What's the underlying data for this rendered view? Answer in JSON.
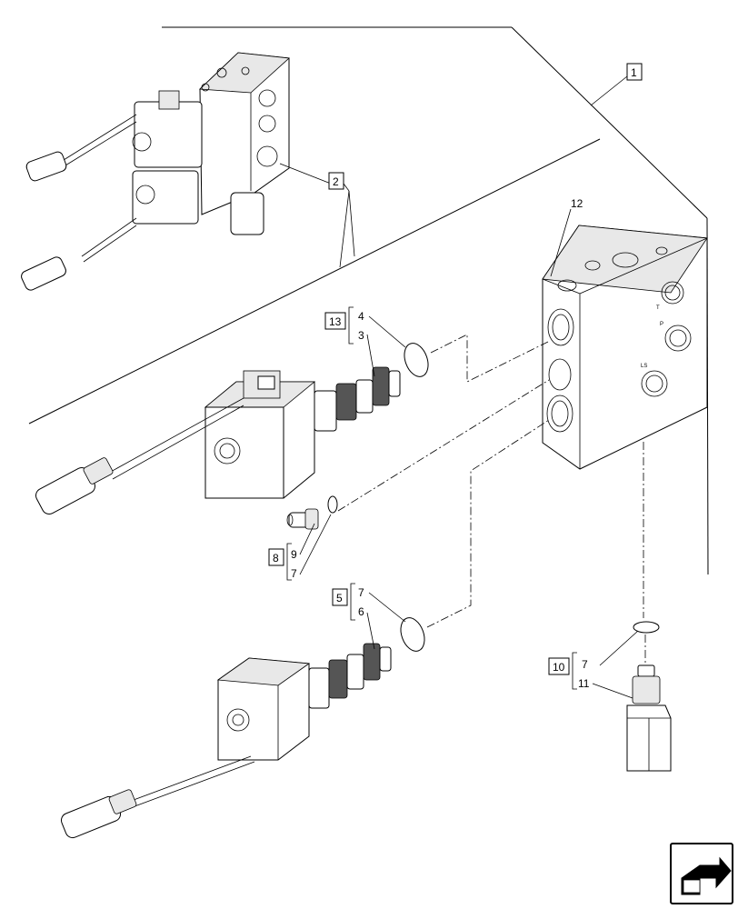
{
  "callouts": {
    "c1": "1",
    "c2": "2",
    "c3": "3",
    "c4": "4",
    "c5": "5",
    "c6": "6",
    "c7a": "7",
    "c7b": "7",
    "c7c": "7",
    "c8": "8",
    "c9": "9",
    "c10": "10",
    "c11": "11",
    "c12": "12",
    "c13": "13"
  },
  "port_marks": {
    "t": "T",
    "p": "P",
    "ls": "LS"
  },
  "icons": {
    "nav": "arrow-forward-icon"
  }
}
